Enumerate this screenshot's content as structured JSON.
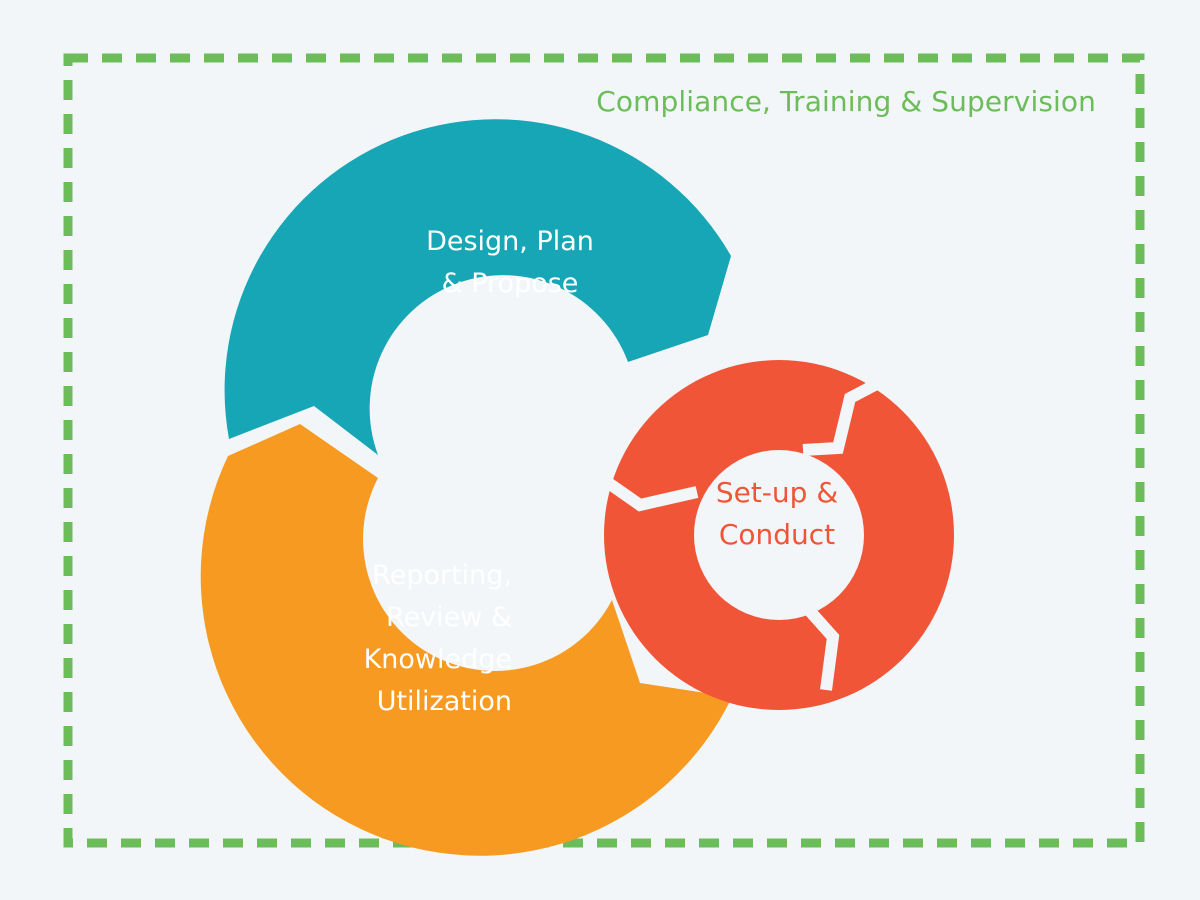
{
  "frame": {
    "title": "Compliance, Training & Supervision",
    "color": "#6cbd5a"
  },
  "stages": {
    "design": {
      "label": "Design, Plan\n& Propose",
      "color": "#17a6b5",
      "text_color": "#ffffff"
    },
    "reporting": {
      "label": "Reporting,\nReview &\nKnowledge\nUtilization",
      "color": "#f79a21",
      "text_color": "#ffffff"
    },
    "setup": {
      "label": "Set-up &\nConduct",
      "color": "#f05538",
      "text_color": "#f05538"
    }
  },
  "background_color": "#f2f6f9"
}
